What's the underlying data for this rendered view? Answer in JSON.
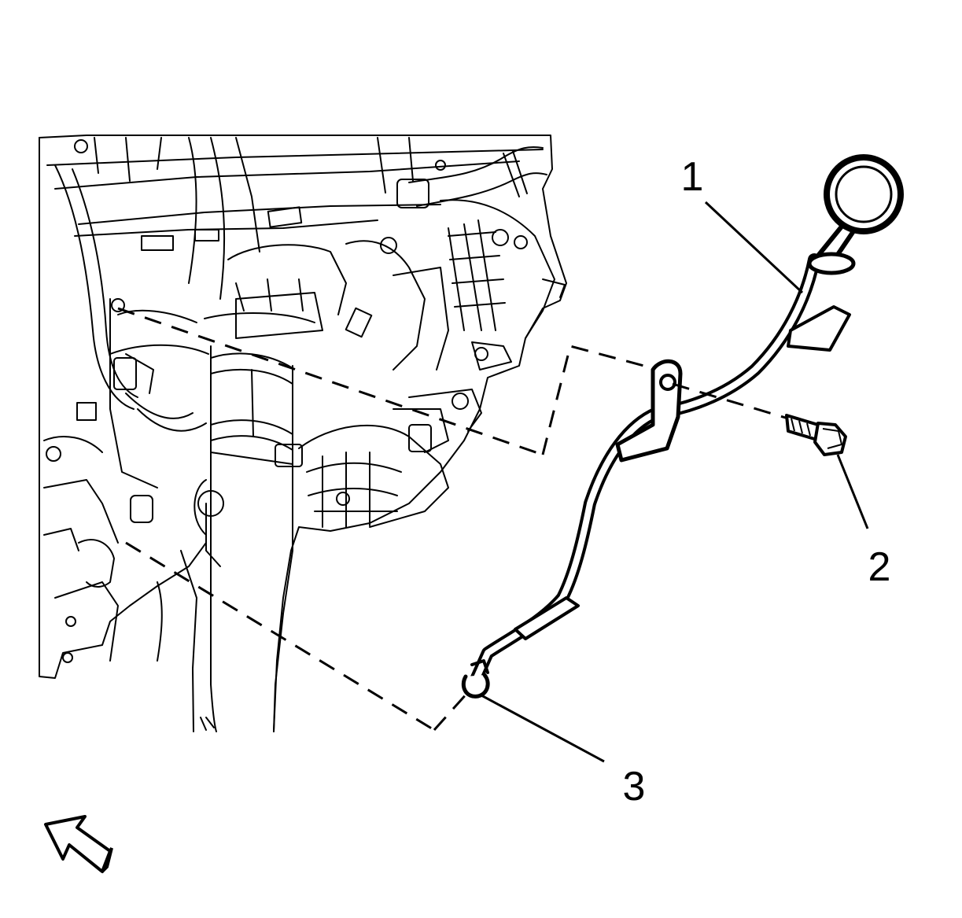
{
  "diagram": {
    "callouts": [
      {
        "number": "1"
      },
      {
        "number": "2"
      },
      {
        "number": "3"
      }
    ],
    "colors": {
      "line": "#000000",
      "fill": "#ffffff",
      "background": "#ffffff"
    },
    "icons": {
      "orientation_arrow": "arrow-up-left-icon"
    }
  }
}
